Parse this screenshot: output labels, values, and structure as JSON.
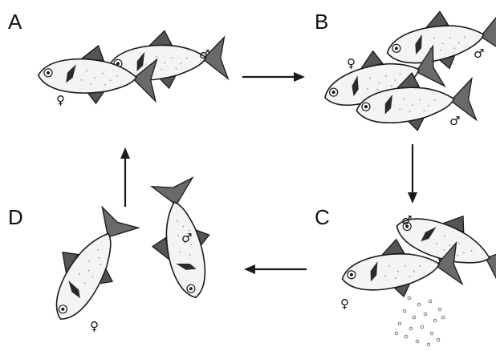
{
  "panels": [
    {
      "letter": "A"
    },
    {
      "letter": "B"
    },
    {
      "letter": "C"
    },
    {
      "letter": "D"
    }
  ],
  "symbols": {
    "female": "♀",
    "male": "♂"
  }
}
